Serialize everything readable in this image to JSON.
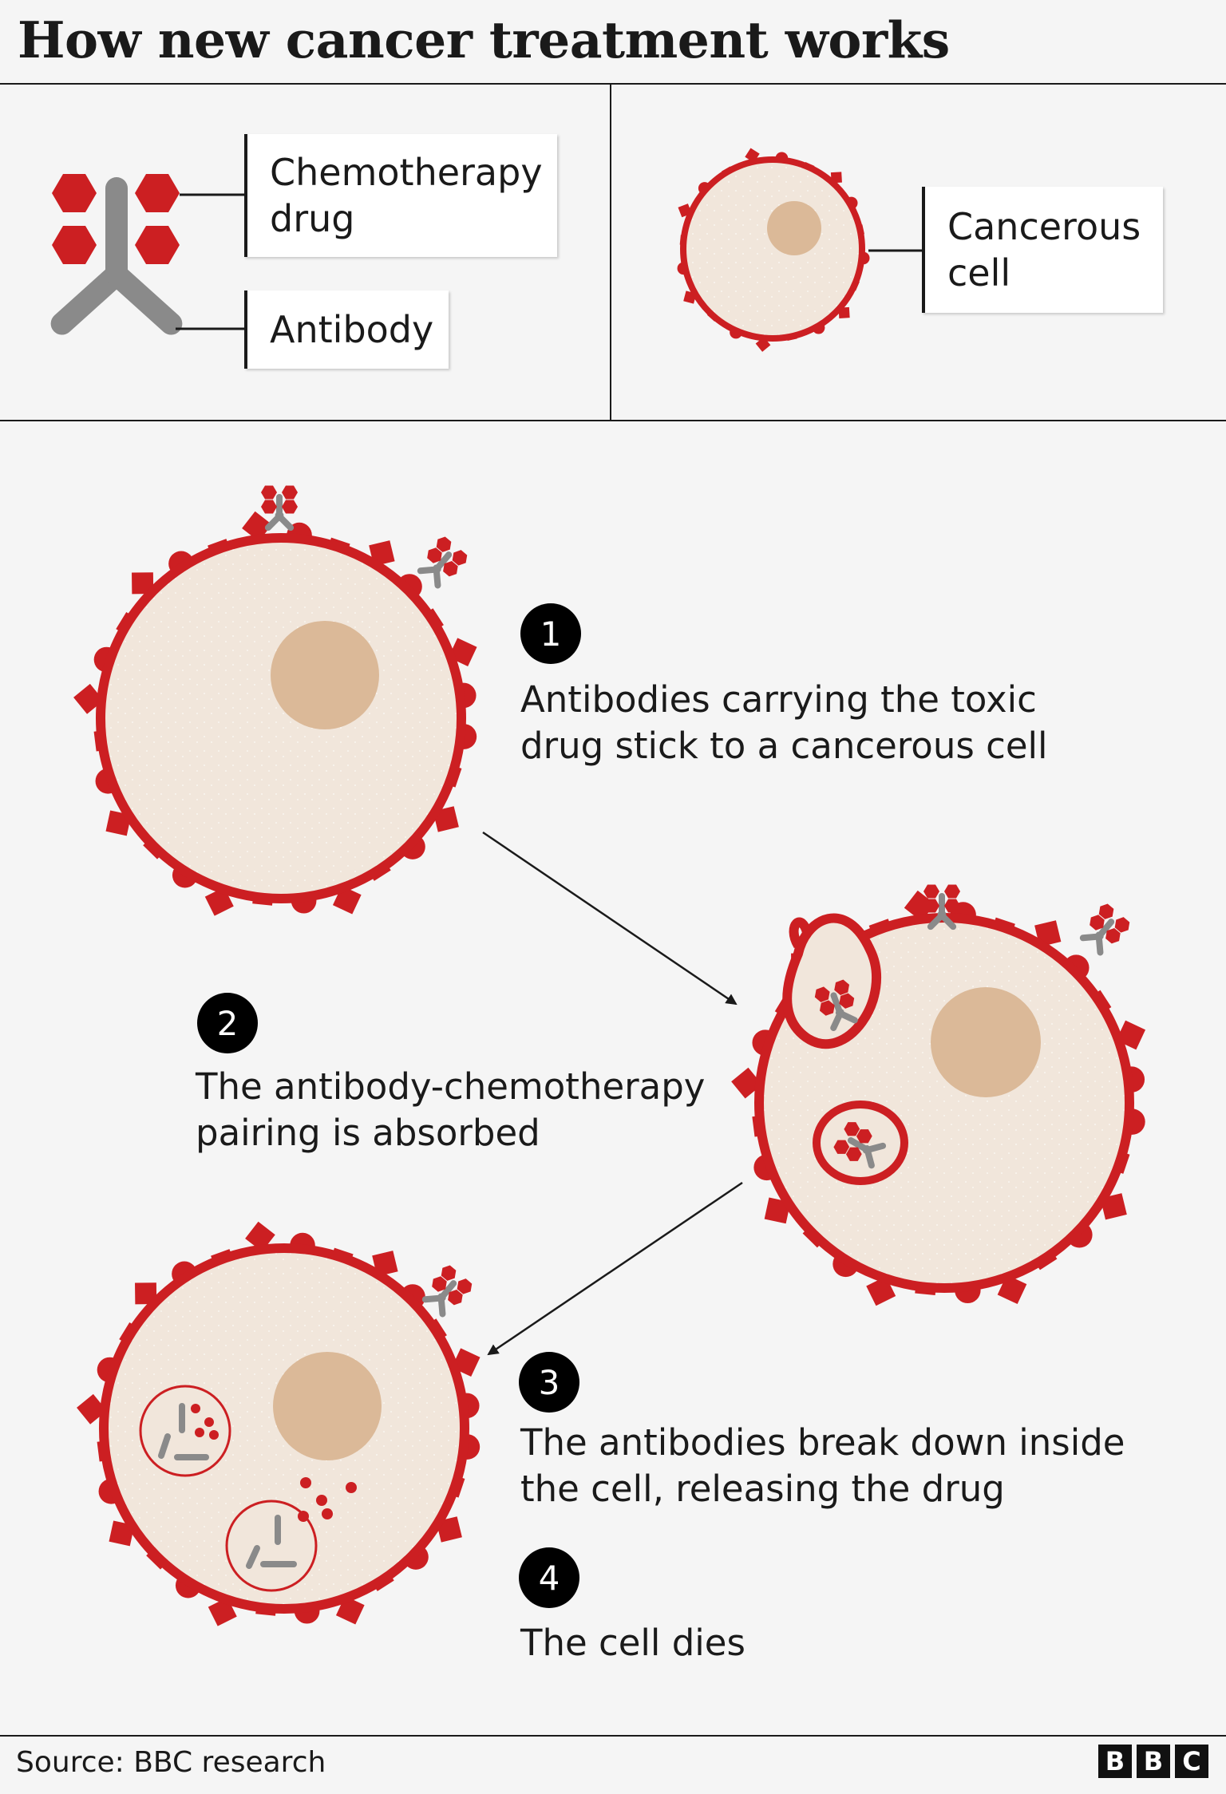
{
  "title": "How new cancer treatment works",
  "legend": {
    "chemotherapy_drug": "Chemotherapy\ndrug",
    "antibody": "Antibody",
    "cancerous_cell": "Cancerous\n cell"
  },
  "steps": [
    {
      "number": "1",
      "text": "Antibodies carrying the toxic\ndrug stick to a cancerous cell"
    },
    {
      "number": "2",
      "text": "The antibody-chemotherapy\npairing is absorbed"
    },
    {
      "number": "3",
      "text": "The antibodies break down inside\nthe cell, releasing the drug"
    },
    {
      "number": "4",
      "text": "The cell dies"
    }
  ],
  "footer": {
    "source": "Source: BBC research",
    "logo_letters": [
      "B",
      "B",
      "C"
    ]
  },
  "colors": {
    "background": "#f5f5f5",
    "membrane_red": "#cc1f22",
    "cell_fill": "#f1e6db",
    "nucleus": "#dbb998",
    "antibody_grey": "#8a8a8a",
    "text": "#1a1a1a"
  }
}
